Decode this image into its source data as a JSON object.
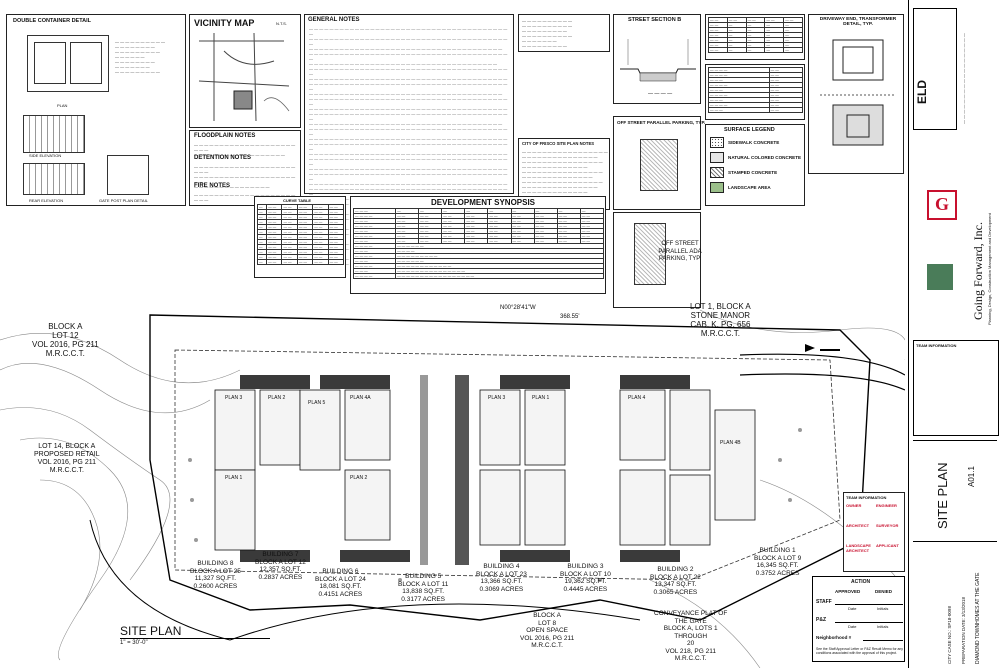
{
  "details": {
    "double_container": "DOUBLE CONTAINER DETAIL",
    "plan": "PLAN",
    "side_elevation": "SIDE ELEVATION",
    "rear_elevation": "REAR ELEVATION",
    "gate_post_plan": "GATE POST PLAN DETAIL",
    "vicinity_map": "VICINITY MAP",
    "vicinity_nts": "N.T.S.",
    "floodplain_notes": "FLOODPLAIN NOTES",
    "detention_notes": "DETENTION NOTES",
    "fire_notes": "FIRE NOTES",
    "general_notes": "GENERAL NOTES",
    "street_section": "STREET SECTION B",
    "off_street_parallel": "OFF STREET PARALLEL PARKING, TYP.",
    "off_street_ada": "OFF STREET PARALLEL ADA PARKING, TYP.",
    "driveway_transformer": "DRIVEWAY END, TRANSFORMER DETAIL, TYP.",
    "city_notes": "CITY OF FRISCO SITE PLAN NOTES",
    "surface_legend": "SURFACE LEGEND",
    "development_synopsis": "DEVELOPMENT SYNOPSIS",
    "curve_table": "CURVE TABLE"
  },
  "lots": {
    "lot1_stone": "LOT 1, BLOCK A\nSTONE MANOR\nCAB. K, PG. 656\nM.R.C.C.T.",
    "block_a_lot12": "BLOCK A\nLOT 12\nVOL 2016, PG 211\nM.R.C.C.T.",
    "lot14": "LOT 14, BLOCK A\nPROPOSED RETAIL\nVOL 2016, PG 211\nM.R.C.C.T.",
    "b1": "BUILDING 1\nBLOCK A LOT 9\n16,345 SQ.FT.\n0.3752 ACRES",
    "b2": "BUILDING 2\nBLOCK A LOT 22\n13,347 SQ.FT.\n0.3065 ACRES",
    "b3": "BUILDING 3\nBLOCK A LOT 10\n19,362 SQ.FT.\n0.4445 ACRES",
    "b4": "BUILDING 4\nBLOCK A LOT 23\n13,366 SQ.FT.\n0.3069 ACRES",
    "b5": "BUILDING 5\nBLOCK A LOT 11\n13,838 SQ.FT.\n0.3177 ACRES",
    "b6": "BUILDING 6\nBLOCK A LOT 24\n18,081 SQ.FT.\n0.4151 ACRES",
    "b7": "BUILDING 7\nBLOCK A LOT 12\n12,357 SQ.FT.\n0.2837 ACRES",
    "b8": "BUILDING 8\nBLOCK A LOT 25\n11,327 SQ.FT.\n0.2600 ACRES",
    "lot8": "BLOCK A\nLOT 8\nOPEN SPACE\nVOL 2016, PG 211\nM.R.C.C.T.",
    "conveyance": "CONVEYANCE PLAT OF\nTHE GATE\nBLOCK A, LOTS 1\nTHROUGH\n20\nVOL 218, PG 211\nM.R.C.C.T.",
    "bearing": "N00°28'41\"W",
    "bearing_len": "368.55'"
  },
  "site_plan": {
    "title": "SITE PLAN",
    "scale": "1\" = 30'-0\""
  },
  "action": {
    "title": "ACTION",
    "approved": "APPROVED",
    "denied": "DENIED",
    "staff": "STAFF",
    "pz": "P&Z",
    "date": "Date",
    "initials": "Initials",
    "neighborhood": "Neighborhood #",
    "note": "See the Staff Approval Letter or P&Z Result Memo for any\nconditions associated with the approval of this project."
  },
  "titleblock": {
    "company": "Going Forward, Inc.",
    "tagline": "Planning, Design, Construction Management and Development",
    "sheet_title": "SITE PLAN",
    "sheet_no": "A01.1",
    "team_info": "TEAM INFORMATION",
    "owner": "OWNER",
    "architect": "ARCHITECT",
    "engineer": "ENGINEER",
    "surveyor": "SURVEYOR",
    "applicant": "APPLICANT",
    "landscape": "LANDSCAPE ARCHITECT",
    "project_vertical": "DIAMOND TOWNHOMES AT THE GATE",
    "prep_date": "PREPARATION DATE: 3/13/2018",
    "city_case": "CITY CASE NO.: SP18-0098",
    "logo_letters": "ELD"
  },
  "plans": [
    "PLAN 3",
    "PLAN 1",
    "PLAN 2",
    "PLAN 5",
    "PLAN 4A",
    "PLAN 2",
    "PLAN 3",
    "PLAN 1",
    "PLAN 4",
    "PLAN 4B"
  ],
  "legend": [
    {
      "label": "SIDEWALK CONCRETE",
      "pattern": "dots"
    },
    {
      "label": "NATURAL COLORED CONCRETE",
      "pattern": "plain"
    },
    {
      "label": "STAMPED CONCRETE",
      "pattern": "hatch"
    },
    {
      "label": "LANDSCAPE AREA",
      "pattern": "green"
    }
  ],
  "colors": {
    "accent": "#c8102e",
    "green": "#4a7c59",
    "paper": "#ffffff",
    "ink": "#222222"
  }
}
